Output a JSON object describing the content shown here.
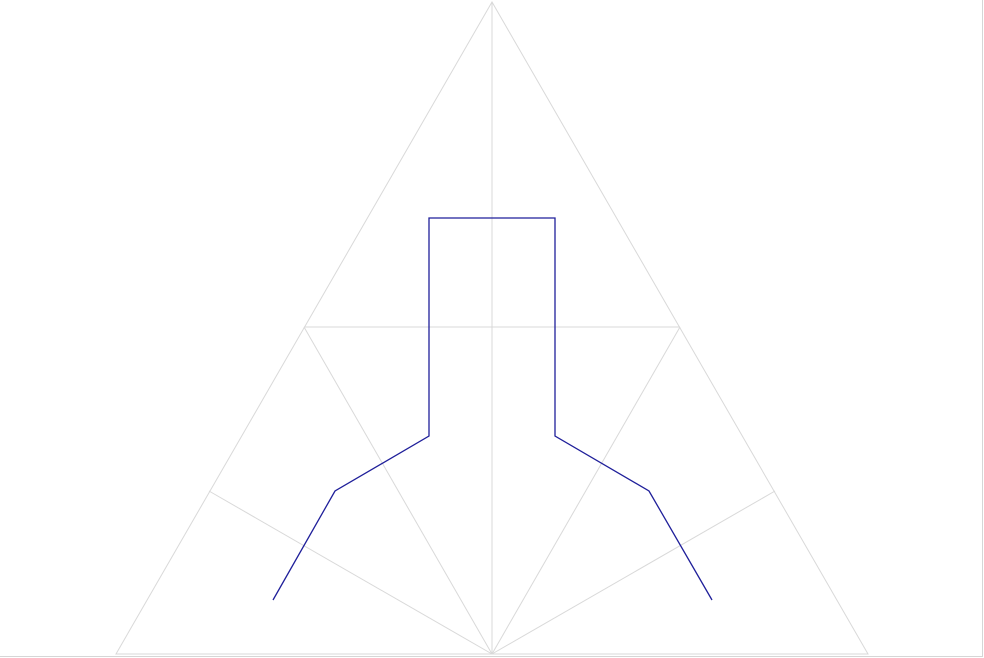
{
  "canvas": {
    "background_color": "#ffffff",
    "border_color": "#d6d6d6"
  },
  "diagram": {
    "guide_color": "#d9d9d9",
    "shape_color": "#1f1f9a",
    "grid": true,
    "description_of_elements": [
      "outer-triangle",
      "inner-guide-lines",
      "polyline-shape"
    ]
  }
}
